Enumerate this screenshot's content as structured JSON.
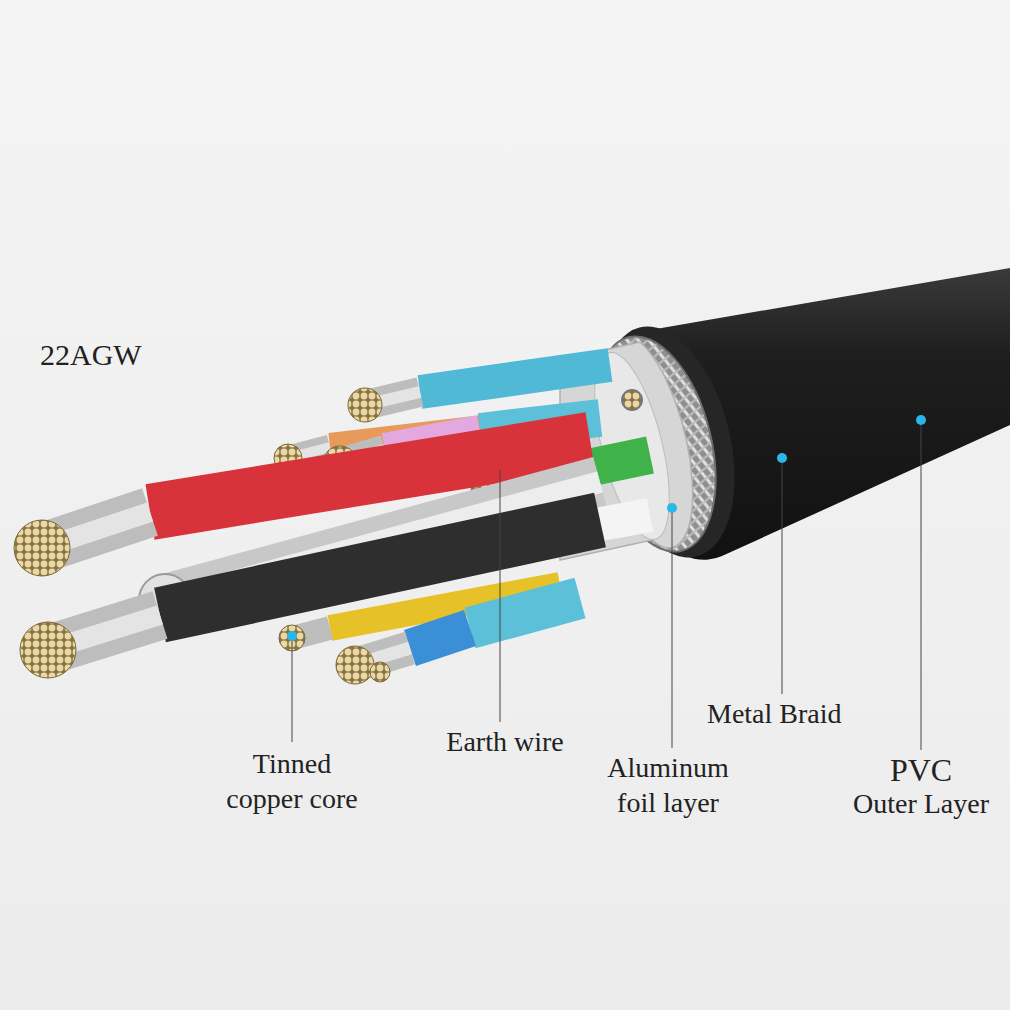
{
  "diagram": {
    "labels": [
      "22AGW",
      "Tinned copper core",
      "Earth wire",
      "Aluminum foil layer",
      "Metal Braid",
      "PVC",
      "Outer Layer"
    ]
  }
}
